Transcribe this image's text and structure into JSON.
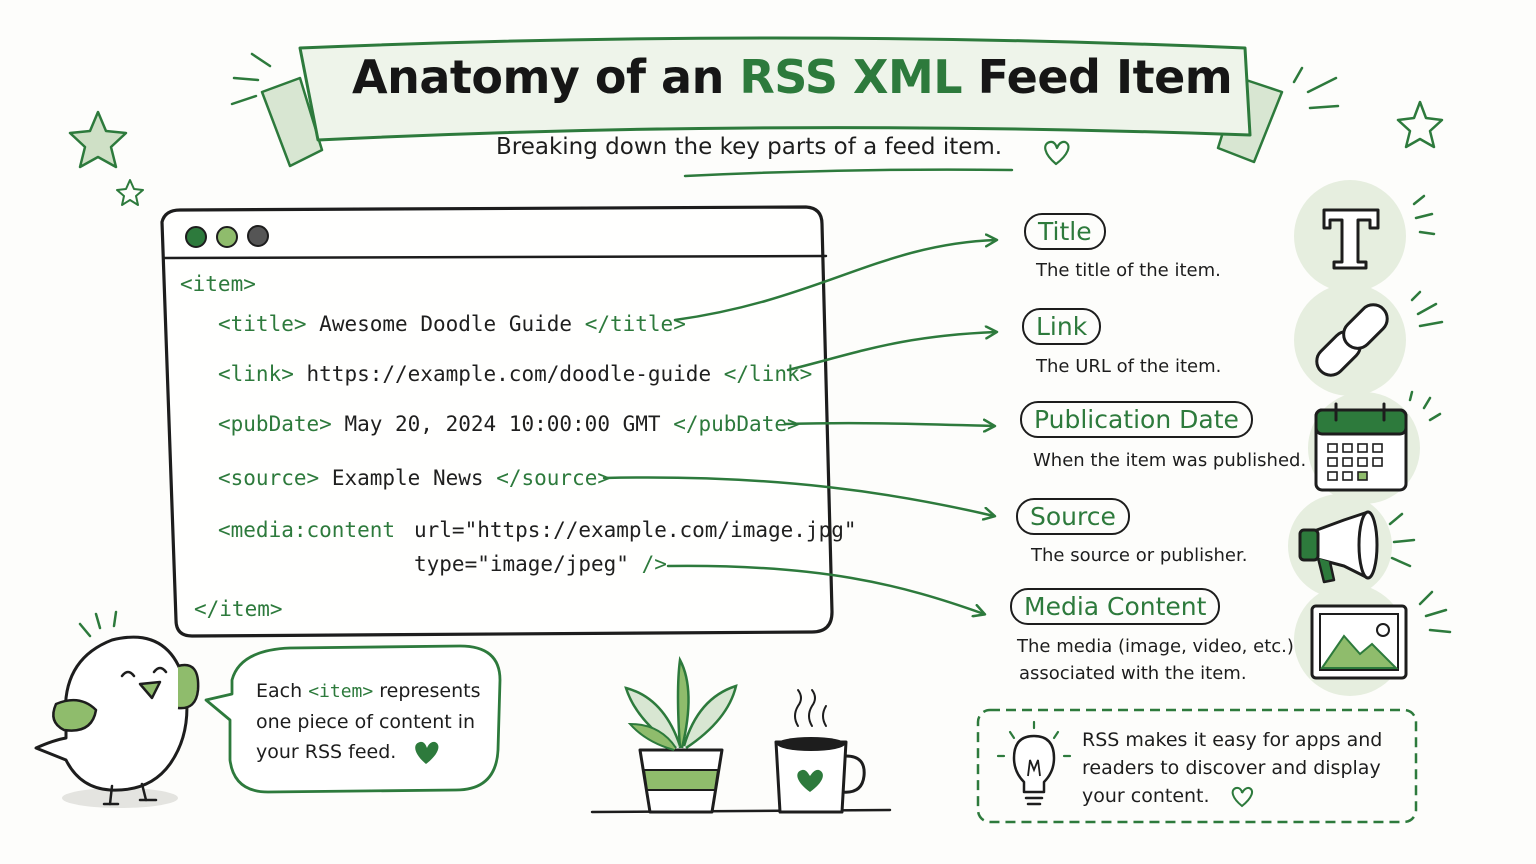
{
  "title": {
    "part1": "Anatomy of an",
    "accent": "RSS XML",
    "part2": "Feed Item"
  },
  "subtitle": "Breaking down the key parts of a feed item.",
  "code": {
    "open_item": "<item>",
    "title_open": "<title>",
    "title_value": "Awesome Doodle Guide",
    "title_close": "</title>",
    "link_open": "<link>",
    "link_value": "https://example.com/doodle-guide",
    "link_close": "</link>",
    "pubdate_open": "<pubDate>",
    "pubdate_value": "May 20, 2024 10:00:00 GMT",
    "pubdate_close": "</pubDate>",
    "source_open": "<source>",
    "source_value": "Example News",
    "source_close": "</source>",
    "media_open": "<media:content",
    "media_url": "url=\"https://example.com/image.jpg\"",
    "media_type": "type=\"image/jpeg\"",
    "media_close": "/>",
    "close_item": "</item>"
  },
  "callouts": [
    {
      "label": "Title",
      "desc": "The title of the item.",
      "icon": "letter-t-icon"
    },
    {
      "label": "Link",
      "desc": "The URL of the item.",
      "icon": "chain-link-icon"
    },
    {
      "label": "Publication Date",
      "desc": "When the item was published.",
      "icon": "calendar-icon"
    },
    {
      "label": "Source",
      "desc": "The source or publisher.",
      "icon": "megaphone-icon"
    },
    {
      "label": "Media Content",
      "desc_line1": "The media (image, video, etc.)",
      "desc_line2": "associated with the item.",
      "icon": "image-icon"
    }
  ],
  "bubble": {
    "pre": "Each",
    "tag": "<item>",
    "post": "represents",
    "line2": "one piece of content in",
    "line3": "your RSS feed."
  },
  "tip": {
    "line1": "RSS makes it easy for apps and",
    "line2": "readers to discover and display",
    "line3": "your content."
  },
  "colors": {
    "accent": "#2d7a3c",
    "light_green": "#e6eedf",
    "mid_green": "#7fb069",
    "ink": "#1d1d1d"
  }
}
